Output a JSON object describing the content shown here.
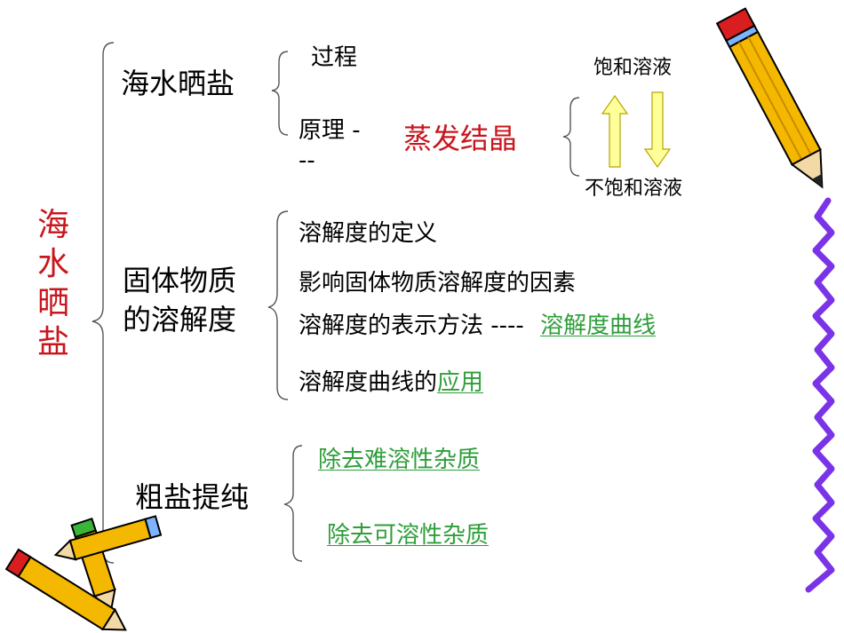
{
  "title": "海水晒盐",
  "sections": [
    {
      "label": "海水晒盐",
      "items": [
        "过程",
        "原理 ---"
      ],
      "highlight": "蒸发结晶",
      "cycle": {
        "top": "饱和溶液",
        "bottom": "不饱和溶液"
      }
    },
    {
      "label_line1": "固体物质",
      "label_line2": "的溶解度",
      "items": [
        "溶解度的定义",
        "影响固体物质溶解度的因素",
        "溶解度的表示方法 ----",
        "溶解度曲线的"
      ],
      "links": {
        "curve": "溶解度曲线",
        "application": "应用"
      }
    },
    {
      "label": "粗盐提纯",
      "links": [
        "除去难溶性杂质",
        "除去可溶性杂质"
      ]
    }
  ],
  "colors": {
    "title": "#c8161d",
    "highlight": "#c8161d",
    "link": "#2e9e3a",
    "arrow_fill": "#ffff99",
    "arrow_stroke": "#b8a400",
    "pencil_body": "#f5b800",
    "squiggle": "#7a33e6"
  },
  "icons": [
    "pencil-icon",
    "crossed-pencils-icon",
    "up-arrow-icon",
    "down-arrow-icon",
    "brace-icon"
  ]
}
